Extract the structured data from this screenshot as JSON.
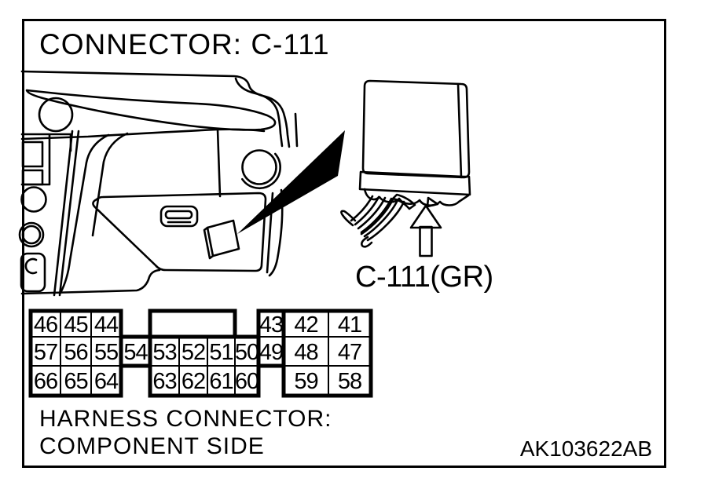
{
  "figure": {
    "title": "CONNECTOR: C-111",
    "connector_callout": "C-111(GR)",
    "footer_line1": "HARNESS CONNECTOR:",
    "footer_line2": "COMPONENT SIDE",
    "doc_code": "AK103622AB"
  },
  "pin_table": {
    "rows": [
      {
        "pins": [
          "46",
          "45",
          "44",
          "43",
          "42",
          "41"
        ]
      },
      {
        "pins": [
          "57",
          "56",
          "55",
          "54",
          "53",
          "52",
          "51",
          "50",
          "49",
          "48",
          "47"
        ]
      },
      {
        "pins": [
          "66",
          "65",
          "64",
          "63",
          "62",
          "61",
          "60",
          "59",
          "58"
        ]
      }
    ]
  },
  "icons": {
    "location_pointer": "solid-wedge-triangle",
    "connector_pointer": "solid-up-arrow"
  },
  "colors": {
    "line": "#000000",
    "background": "#ffffff"
  }
}
